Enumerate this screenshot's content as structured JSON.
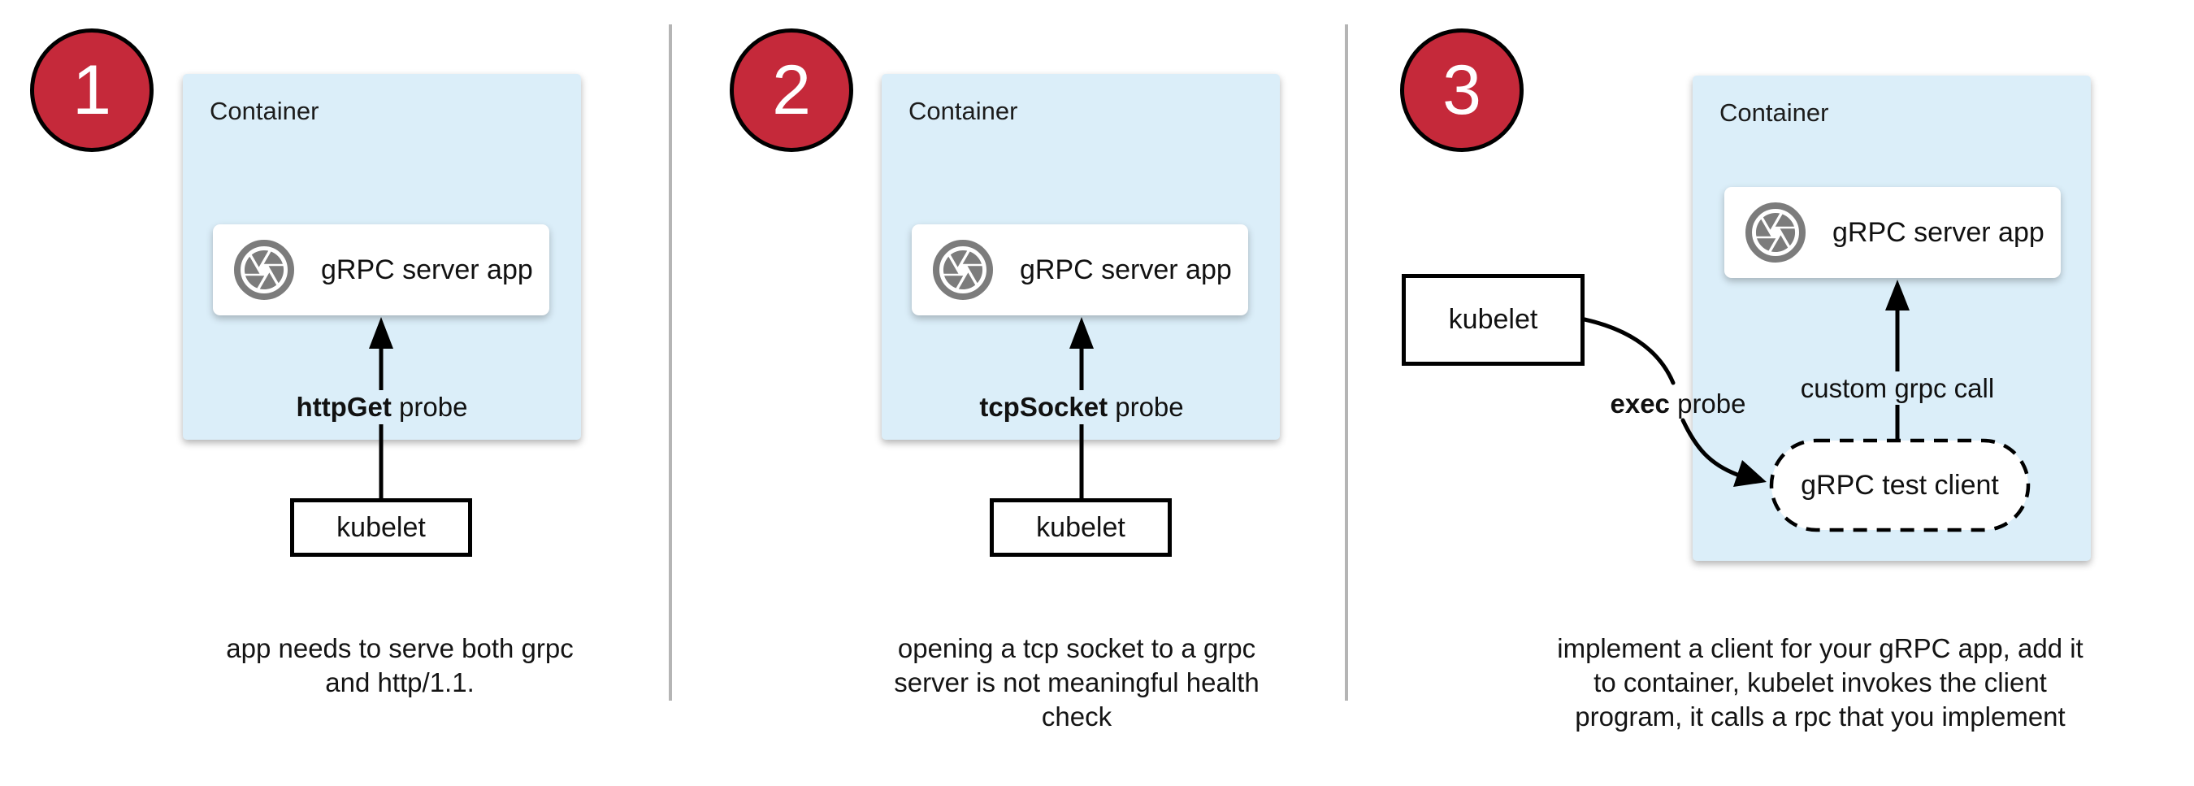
{
  "colors": {
    "step_badge_red": "#c5293a",
    "container_blue": "#dbeef9",
    "icon_gray": "#7c7c7c",
    "divider_gray": "#b5b5b5"
  },
  "panels": [
    {
      "step": "1",
      "container_label": "Container",
      "app_label": "gRPC server app",
      "app_icon": "camera-aperture",
      "probe_bold": "httpGet",
      "probe_rest": " probe",
      "kubelet_label": "kubelet",
      "caption_lines": [
        "app needs to serve both grpc",
        "and http/1.1."
      ]
    },
    {
      "step": "2",
      "container_label": "Container",
      "app_label": "gRPC server app",
      "app_icon": "camera-aperture",
      "probe_bold": "tcpSocket",
      "probe_rest": " probe",
      "kubelet_label": "kubelet",
      "caption_lines": [
        "opening a tcp socket to a grpc",
        "server is not meaningful health",
        "check"
      ]
    },
    {
      "step": "3",
      "container_label": "Container",
      "app_label": "gRPC server app",
      "app_icon": "camera-aperture",
      "probe_bold": "exec",
      "probe_rest": " probe",
      "kubelet_label": "kubelet",
      "grpc_call_label": "custom grpc call",
      "test_client_label": "gRPC test client",
      "caption_lines": [
        "implement a client for your gRPC app, add it",
        "to container, kubelet invokes the client",
        "program, it calls a rpc that you implement"
      ]
    }
  ]
}
